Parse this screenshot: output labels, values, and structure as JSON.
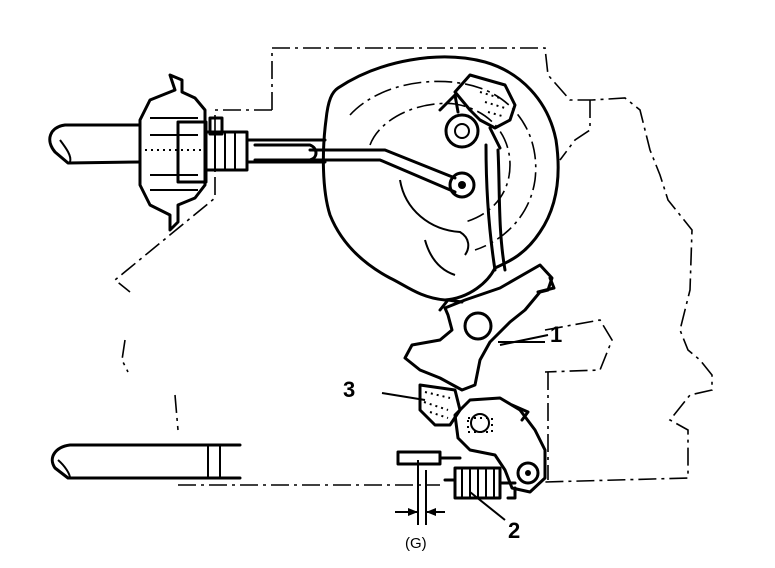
{
  "labels": {
    "part_1": "1",
    "part_2": "2",
    "part_3": "3",
    "gap": "(G)"
  },
  "colors": {
    "ink": "#000000",
    "background": "#ffffff"
  }
}
